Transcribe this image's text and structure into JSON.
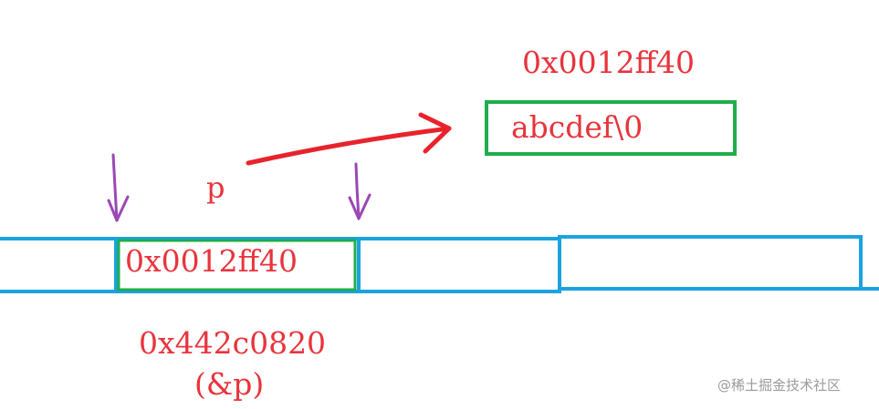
{
  "diagram": {
    "target_address": "0x0012ff40",
    "target_contents": "abcdef\\0",
    "pointer_name": "p",
    "pointer_value": "0x0012ff40",
    "pointer_address": "0x442c0820",
    "pointer_address_note": "(&p)"
  },
  "watermark": {
    "text": "@稀土掘金技术社区"
  },
  "colors": {
    "label_text": "#e8343c",
    "arrow": "#e8232c",
    "memory_cells": "#1aa3e0",
    "highlight_box": "#1fae4a",
    "marker_arrows": "#9a48b4",
    "watermark": "#9a9a9a"
  }
}
